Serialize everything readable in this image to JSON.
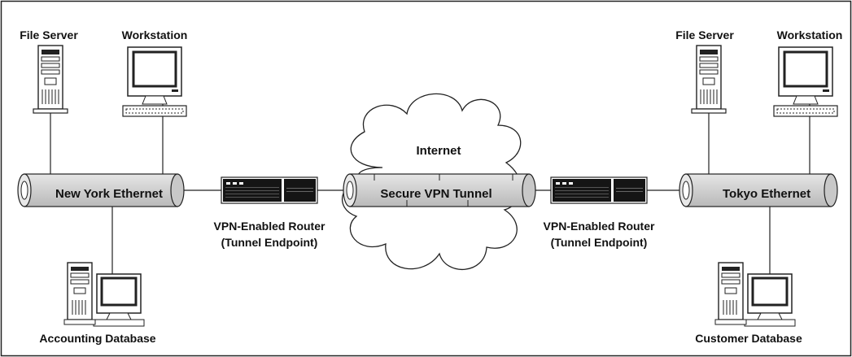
{
  "ny": {
    "file_server": "File Server",
    "workstation": "Workstation",
    "ethernet": "New York Ethernet",
    "database": "Accounting Database"
  },
  "tokyo": {
    "file_server": "File Server",
    "workstation": "Workstation",
    "ethernet": "Tokyo Ethernet",
    "database": "Customer Database"
  },
  "internet": {
    "cloud_label": "Internet",
    "tunnel_label": "Secure VPN Tunnel"
  },
  "router_left": {
    "line1": "VPN-Enabled Router",
    "line2": "(Tunnel Endpoint)"
  },
  "router_right": {
    "line1": "VPN-Enabled Router",
    "line2": "(Tunnel Endpoint)"
  }
}
